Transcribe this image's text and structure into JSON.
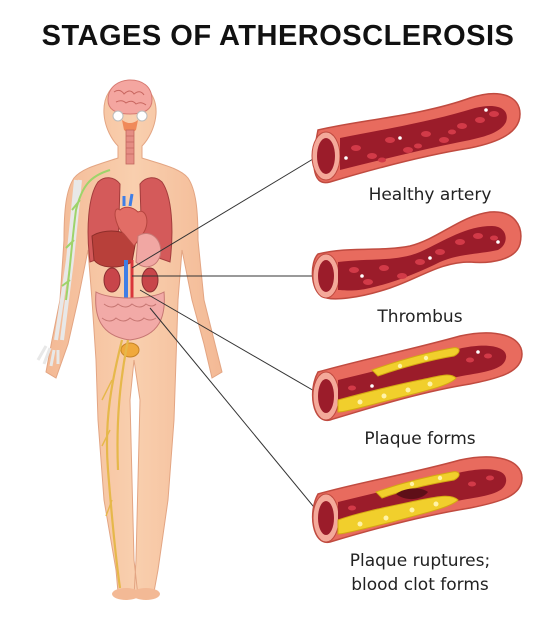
{
  "title": "STAGES OF ATHEROSCLEROSIS",
  "stages": [
    {
      "label": "Healthy artery"
    },
    {
      "label": "Thrombus"
    },
    {
      "label": "Plaque forms"
    },
    {
      "label": "Plaque ruptures;",
      "label2": "blood clot forms"
    }
  ],
  "colors": {
    "skin": "#f7c7a3",
    "skin_shade": "#eab08c",
    "artery_outer": "#e86b5e",
    "artery_pink": "#f4a99a",
    "blood": "#9b1c2a",
    "rbc": "#d23a48",
    "plaque": "#f1cf2c",
    "nerve": "#e6b84a",
    "lymph": "#9ed46a"
  }
}
